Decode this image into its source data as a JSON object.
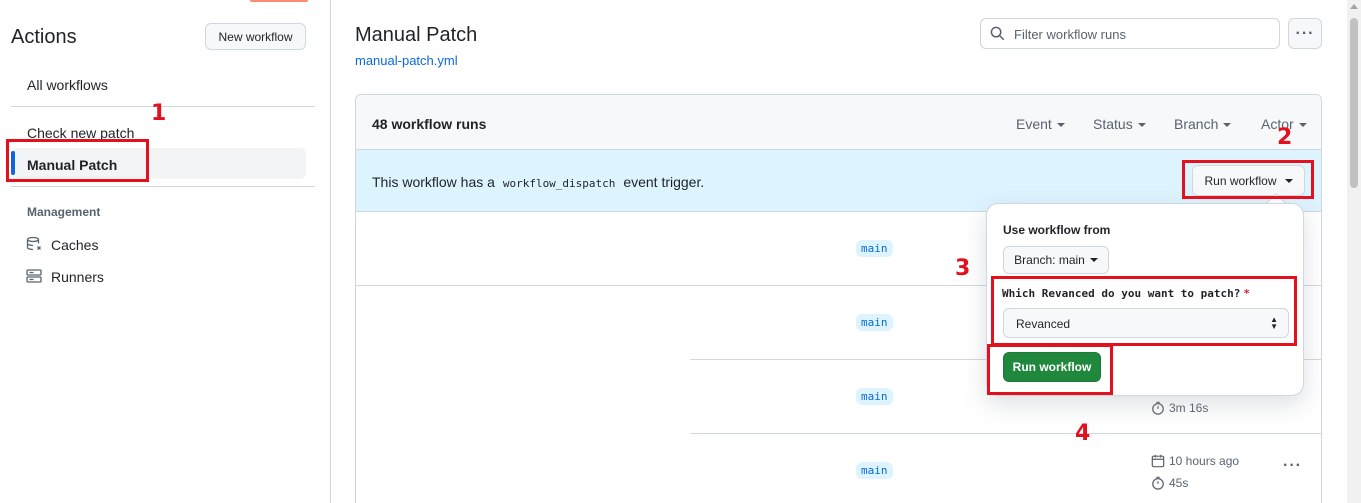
{
  "sidebar": {
    "title": "Actions",
    "new_workflow_label": "New workflow",
    "all_workflows": "All workflows",
    "workflows": [
      "Check new patch",
      "Manual Patch"
    ],
    "management_label": "Management",
    "management_items": [
      "Caches",
      "Runners"
    ]
  },
  "header": {
    "title": "Manual Patch",
    "file_name": "manual-patch.yml",
    "filter_placeholder": "Filter workflow runs"
  },
  "runs": {
    "count_label": "48 workflow runs",
    "filters": [
      "Event",
      "Status",
      "Branch",
      "Actor"
    ],
    "dispatch_prefix": "This workflow has a",
    "dispatch_code": "workflow_dispatch",
    "dispatch_suffix": "event trigger.",
    "run_workflow_label": "Run workflow",
    "rows": [
      {
        "branch": "main"
      },
      {
        "branch": "main"
      },
      {
        "branch": "main",
        "duration": "3m 16s"
      },
      {
        "branch": "main",
        "time": "10 hours ago",
        "duration": "45s"
      }
    ]
  },
  "popover": {
    "use_from_label": "Use workflow from",
    "branch_button": "Branch: main",
    "question": "Which Revanced do you want to patch?",
    "required_mark": "*",
    "selected_option": "Revanced",
    "submit_label": "Run workflow"
  },
  "annotations": [
    "1",
    "2",
    "3",
    "4"
  ]
}
